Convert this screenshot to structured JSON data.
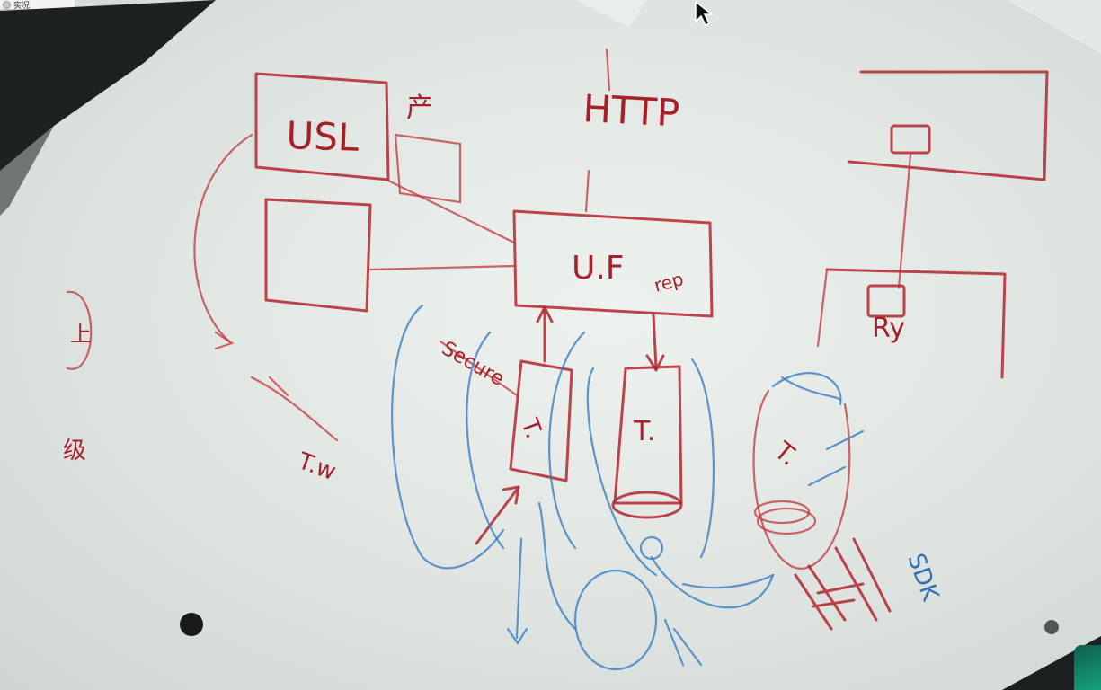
{
  "window": {
    "tab_title": "实况"
  },
  "whiteboard": {
    "labels": {
      "usl": "USL",
      "chinese_top": "产",
      "http": "HTTP",
      "uf": "U.F",
      "rep": "rep",
      "ry": "Ry",
      "tw": "T.w",
      "secure": "Secure",
      "t_one": "T.",
      "t_two": "T.",
      "t_three": "T.",
      "sdk": "SDK",
      "left_chinese": "上",
      "left_chinese2": "级"
    },
    "colors": {
      "red_marker": "#b3262f",
      "blue_marker": "#3a7dc0",
      "board": "#e2e7e4"
    }
  }
}
